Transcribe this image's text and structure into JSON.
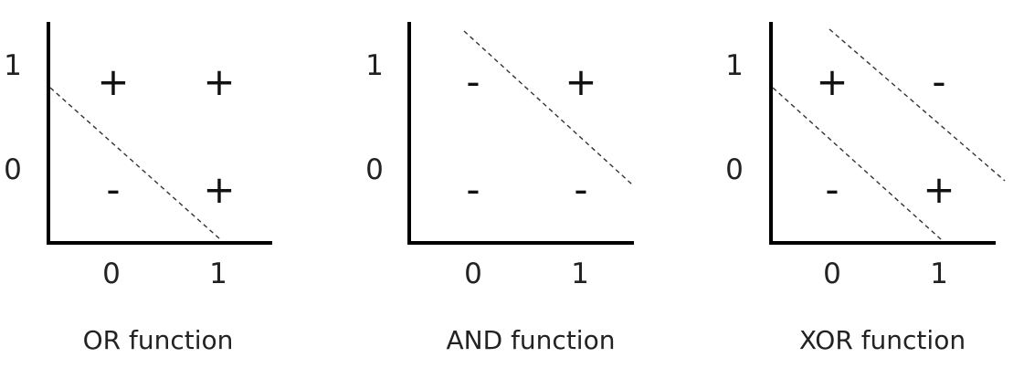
{
  "panels": [
    {
      "caption": "OR function",
      "x_ticks": [
        "0",
        "1"
      ],
      "y_ticks": [
        "1",
        "0"
      ],
      "points": [
        {
          "x": 0,
          "y": 1,
          "label": "+"
        },
        {
          "x": 1,
          "y": 1,
          "label": "+"
        },
        {
          "x": 0,
          "y": 0,
          "label": "-"
        },
        {
          "x": 1,
          "y": 0,
          "label": "+"
        }
      ],
      "boundary_count": 1
    },
    {
      "caption": "AND function",
      "x_ticks": [
        "0",
        "1"
      ],
      "y_ticks": [
        "1",
        "0"
      ],
      "points": [
        {
          "x": 0,
          "y": 1,
          "label": "-"
        },
        {
          "x": 1,
          "y": 1,
          "label": "+"
        },
        {
          "x": 0,
          "y": 0,
          "label": "-"
        },
        {
          "x": 1,
          "y": 0,
          "label": "-"
        }
      ],
      "boundary_count": 1
    },
    {
      "caption": "XOR function",
      "x_ticks": [
        "0",
        "1"
      ],
      "y_ticks": [
        "1",
        "0"
      ],
      "points": [
        {
          "x": 0,
          "y": 1,
          "label": "+"
        },
        {
          "x": 1,
          "y": 1,
          "label": "-"
        },
        {
          "x": 0,
          "y": 0,
          "label": "-"
        },
        {
          "x": 1,
          "y": 0,
          "label": "+"
        }
      ],
      "boundary_count": 2
    }
  ]
}
